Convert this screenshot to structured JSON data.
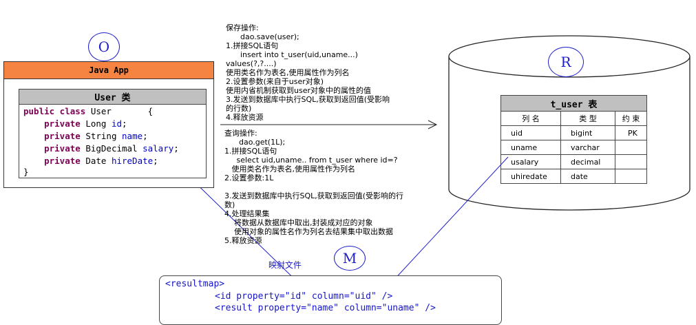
{
  "labels": {
    "o": "O",
    "r": "R",
    "m": "M",
    "mapping_file": "映射文件"
  },
  "java_app": {
    "title": "Java App",
    "class_title": "User 类",
    "code": {
      "line1": {
        "kw": "public class",
        "rest": " User       {"
      },
      "fields": [
        {
          "kw": "private",
          "type": " Long ",
          "name": "id",
          "end": ";"
        },
        {
          "kw": "private",
          "type": " String ",
          "name": "name",
          "end": ";"
        },
        {
          "kw": "private",
          "type": " BigDecimal ",
          "name": "salary",
          "end": ";"
        },
        {
          "kw": "private",
          "type": " Date ",
          "name": "hireDate",
          "end": ";"
        }
      ],
      "close": "}"
    }
  },
  "save_ops": [
    "保存操作:",
    "      dao.save(user);",
    "1.拼接SQL语句",
    "      insert into t_user(uid,uname...)",
    "values(?,?....)",
    "使用类名作为表名,使用属性作为列名",
    "2.设置参数(来自于user对象)",
    "使用内省机制获取到user对象中的属性的值",
    "3.发送到数据库中执行SQL,获取到返回值(受影响",
    "的行数)",
    "4.释放资源"
  ],
  "query_ops": [
    "查询操作:",
    "      dao.get(1L);",
    "1.拼接SQL语句",
    "     select uid,uname.. from t_user where id=?",
    "   使用类名作为表名,使用属性作为列名",
    "2.设置参数:1L",
    "",
    "3.发送到数据库中执行SQL,获取到返回值(受影响的行",
    "数)",
    "4.处理结果集",
    "    将数据从数据库中取出,封装成对应的对象",
    "    使用对象的属性名作为列名去结果集中取出数据",
    "5.释放资源"
  ],
  "table": {
    "title": "t_user 表",
    "headers": [
      "列  名",
      "类  型",
      "约 束"
    ],
    "rows": [
      [
        "uid",
        "bigint",
        "PK"
      ],
      [
        "uname",
        "varchar",
        ""
      ],
      [
        "usalary",
        "decimal",
        ""
      ],
      [
        "uhiredate",
        "date",
        ""
      ]
    ]
  },
  "xml": {
    "line1": "<resultmap>",
    "line2": "<id property=\"id\" column=\"uid\" />",
    "line3": "<result property=\"name\" column=\"uname\" />"
  },
  "colors": {
    "accent": "#1d1dcc",
    "header_orange": "#f58342",
    "header_gray": "#c0c0c0"
  }
}
